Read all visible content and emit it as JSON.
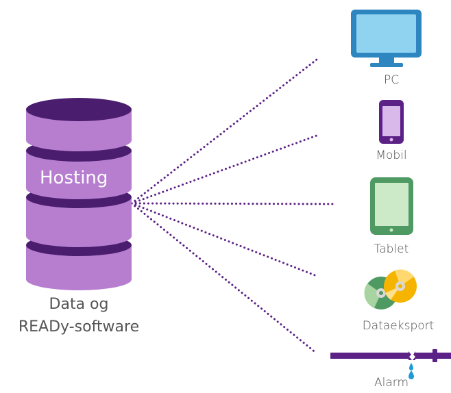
{
  "database": {
    "label": "Hosting",
    "caption_line1": "Data og",
    "caption_line2": "READy-software",
    "colors": {
      "top": "#4a1d6e",
      "body": "#b77ed0",
      "band": "#4a1d6e"
    }
  },
  "connector_color": "#5b2186",
  "devices": [
    {
      "id": "pc",
      "label": "PC",
      "icon": "monitor-icon"
    },
    {
      "id": "mobil",
      "label": "Mobil",
      "icon": "smartphone-icon"
    },
    {
      "id": "tablet",
      "label": "Tablet",
      "icon": "tablet-icon"
    },
    {
      "id": "dataeksport",
      "label": "Dataeksport",
      "icon": "disc-icon"
    },
    {
      "id": "alarm",
      "label": "Alarm",
      "icon": "leaking-pipe-icon"
    }
  ]
}
